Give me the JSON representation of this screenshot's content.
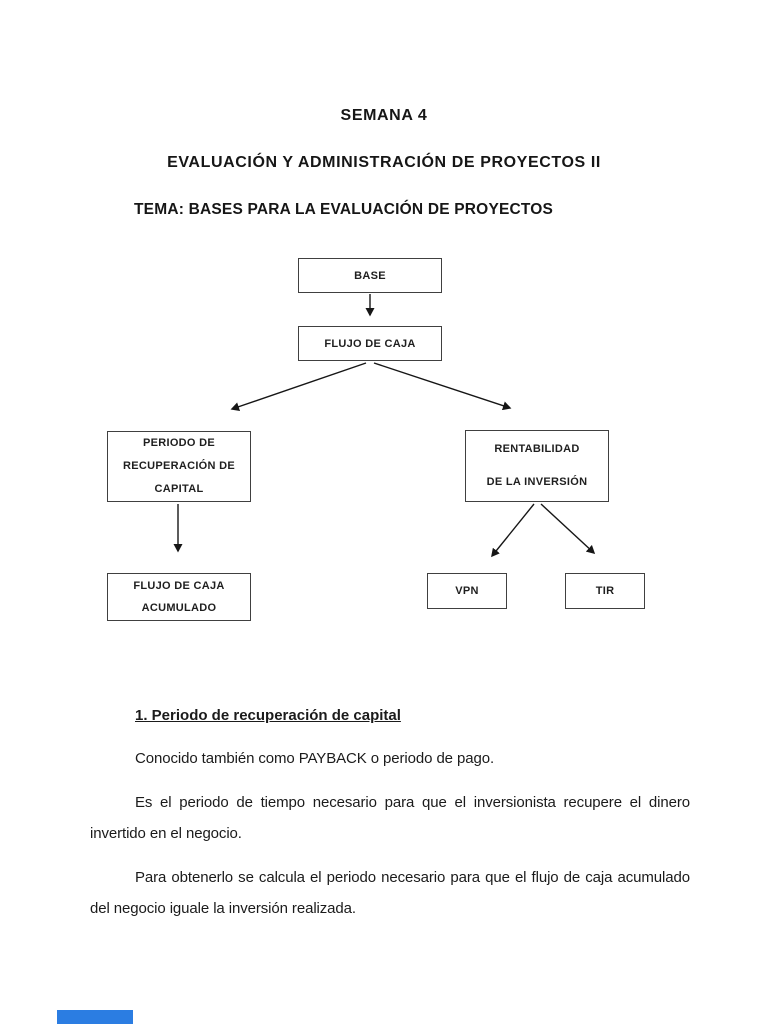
{
  "page": {
    "title": "SEMANA 4",
    "subtitle": "EVALUACIÓN Y ADMINISTRACIÓN DE PROYECTOS II",
    "topic": "TEMA: BASES PARA LA EVALUACIÓN DE PROYECTOS"
  },
  "diagram": {
    "nodes": {
      "base": "BASE",
      "flujo_caja": "FLUJO DE CAJA",
      "periodo": "PERIODO DE\nRECUPERACIÓN DE\nCAPITAL",
      "rentabilidad": "RENTABILIDAD\nDE LA INVERSIÓN",
      "flujo_acumulado": "FLUJO DE CAJA\nACUMULADO",
      "vpn": "VPN",
      "tir": "TIR"
    },
    "edges": [
      "base -> flujo_caja",
      "flujo_caja -> periodo",
      "flujo_caja -> rentabilidad",
      "periodo -> flujo_acumulado",
      "rentabilidad -> vpn",
      "rentabilidad -> tir"
    ]
  },
  "section": {
    "heading": "1. Periodo de recuperación de capital",
    "paragraphs": [
      "Conocido también como PAYBACK o periodo de pago.",
      "Es el periodo de tiempo necesario para que el inversionista recupere el dinero invertido en el negocio.",
      "Para obtenerlo se calcula el periodo necesario para que el flujo de caja acumulado del negocio iguale la inversión realizada."
    ]
  },
  "colors": {
    "text": "#1b1b1b",
    "box_border": "#404040",
    "arrow": "#161616",
    "progress_bar": "#2b7de2"
  }
}
